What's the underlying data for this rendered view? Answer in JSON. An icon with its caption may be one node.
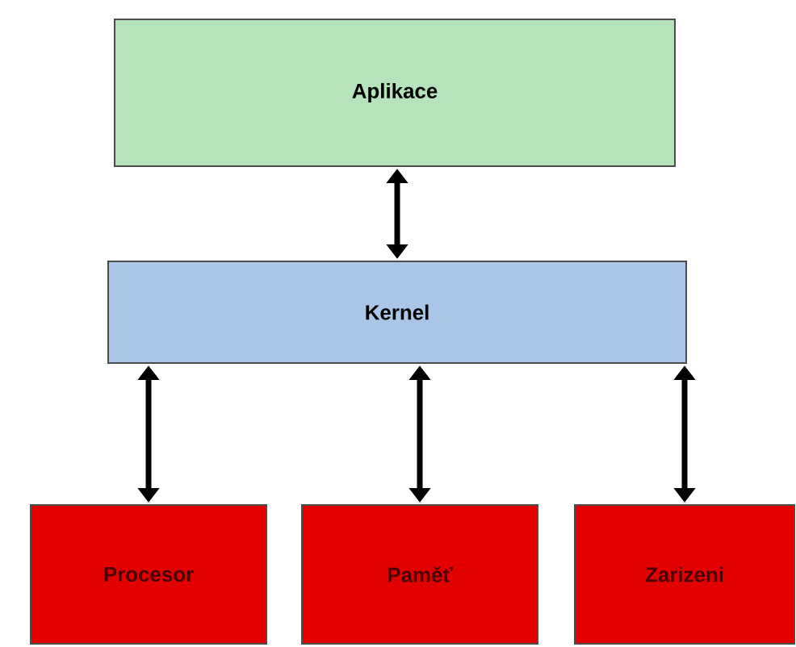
{
  "diagram": {
    "nodes": [
      {
        "text": [
          "Aplikace"
        ]
      },
      {
        "text": [
          "Kernel"
        ]
      },
      {
        "text": [
          "Procesor"
        ]
      },
      {
        "text": [
          "Paměť"
        ]
      },
      {
        "text": [
          "Zarizeni"
        ]
      }
    ],
    "edges": [
      {
        "from": 0,
        "to": 1,
        "arrow": "both"
      },
      {
        "from": 1,
        "to": 2,
        "arrow": "both"
      },
      {
        "from": 1,
        "to": 3,
        "arrow": "both"
      },
      {
        "from": 1,
        "to": 4,
        "arrow": "both"
      }
    ]
  }
}
